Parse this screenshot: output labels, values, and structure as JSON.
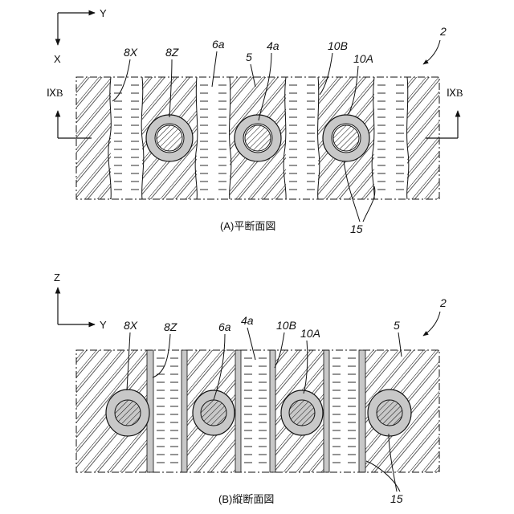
{
  "panel_a": {
    "caption": "(A)平断面図",
    "axis_right": "Y",
    "axis_down": "X",
    "section_left": "ⅨB",
    "section_right": "ⅨB",
    "fig_ref": "2",
    "labels": {
      "8X": "8X",
      "8Z": "8Z",
      "6a": "6a",
      "5": "5",
      "4a": "4a",
      "10B": "10B",
      "10A": "10A",
      "15": "15"
    }
  },
  "panel_b": {
    "caption": "(B)縦断面図",
    "axis_up": "Z",
    "axis_right": "Y",
    "fig_ref": "2",
    "labels": {
      "8X": "8X",
      "8Z": "8Z",
      "6a": "6a",
      "4a": "4a",
      "10B": "10B",
      "10A": "10A",
      "5": "5",
      "15": "15"
    }
  },
  "colors": {
    "ink": "#111111",
    "fill_gray": "#c8c8c8",
    "background": "#ffffff"
  }
}
